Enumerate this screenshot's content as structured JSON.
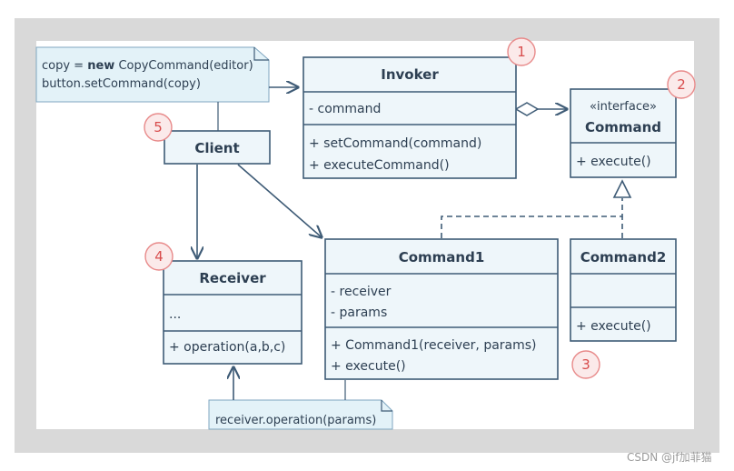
{
  "invoker": {
    "name": "Invoker",
    "field": "- command",
    "methods": [
      "+ setCommand(command)",
      "+ executeCommand()"
    ]
  },
  "command_interface": {
    "stereotype": "«interface»",
    "name": "Command",
    "method": "+ execute()"
  },
  "client": {
    "name": "Client"
  },
  "receiver": {
    "name": "Receiver",
    "field": "...",
    "method": "+ operation(a,b,c)"
  },
  "command1": {
    "name": "Command1",
    "fields": [
      "- receiver",
      "- params"
    ],
    "methods": [
      "+ Command1(receiver, params)",
      "+ execute()"
    ]
  },
  "command2": {
    "name": "Command2",
    "method": "+ execute()"
  },
  "client_note": {
    "line1_pre": "copy = ",
    "line1_bold": "new",
    "line1_post": " CopyCommand(editor)",
    "line2": "button.setCommand(copy)"
  },
  "command1_note": {
    "text": "receiver.operation(params)"
  },
  "badges": {
    "invoker": "1",
    "command": "2",
    "concrete": "3",
    "receiver": "4",
    "client": "5"
  },
  "watermark": "CSDN @jf加菲猫",
  "colors": {
    "box_fill": "#eef6fa",
    "stroke": "#3e5b76",
    "note_fill": "#e3f2f8",
    "badge": "#d84c4c"
  }
}
